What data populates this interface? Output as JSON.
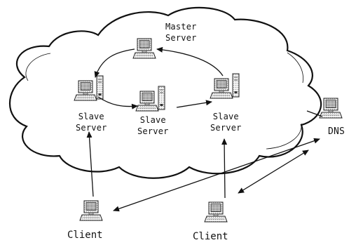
{
  "nodes": {
    "master": {
      "line1": "Master",
      "line2": "Server"
    },
    "slave_left": {
      "line1": "Slave",
      "line2": "Server"
    },
    "slave_middle": {
      "line1": "Slave",
      "line2": "Server"
    },
    "slave_right": {
      "line1": "Slave",
      "line2": "Server"
    },
    "dns": {
      "label": "DNS"
    },
    "client_left": {
      "label": "Client"
    },
    "client_right": {
      "label": "Client"
    }
  }
}
